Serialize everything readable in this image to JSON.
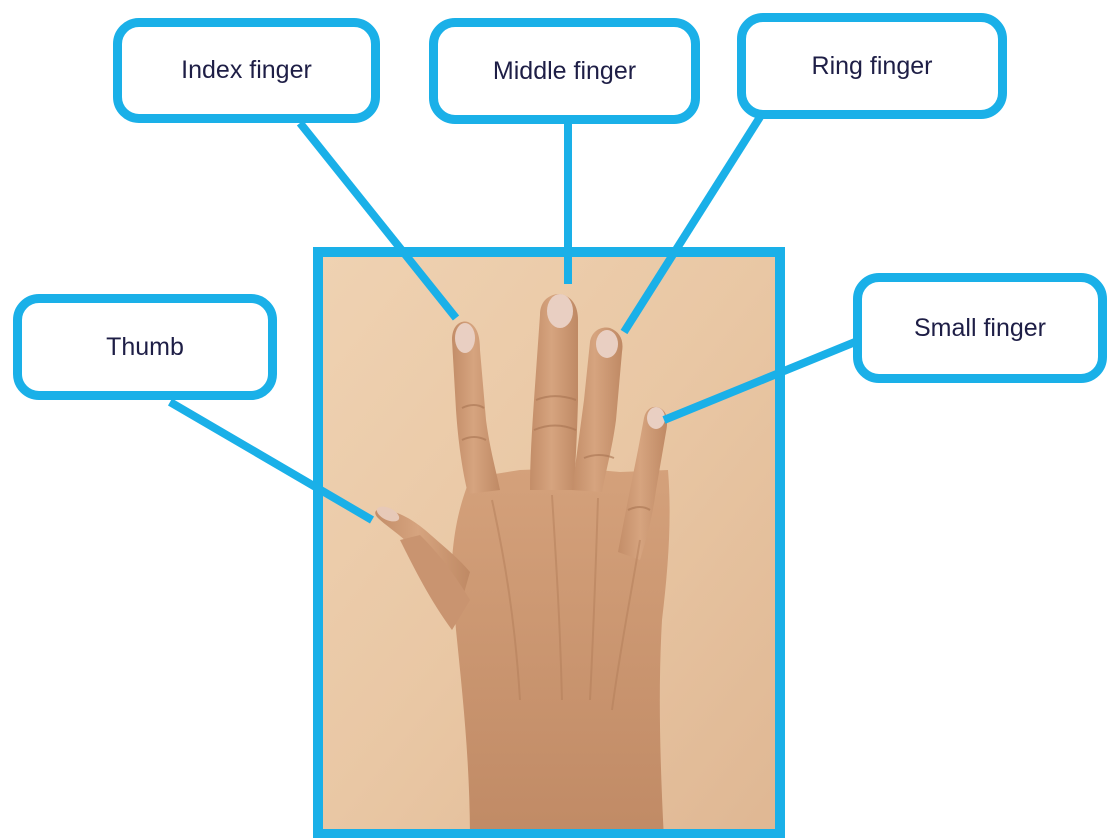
{
  "labels": {
    "index": "Index finger",
    "middle": "Middle finger",
    "ring": "Ring finger",
    "thumb": "Thumb",
    "small": "Small finger"
  },
  "colors": {
    "accent": "#1ab0e8",
    "label_text": "#1e1e46",
    "photo_background": "#ebc8a5",
    "skin": "#cf9c77",
    "nail": "#e9cfc2"
  },
  "icons": {
    "photo": "hand-photo"
  }
}
